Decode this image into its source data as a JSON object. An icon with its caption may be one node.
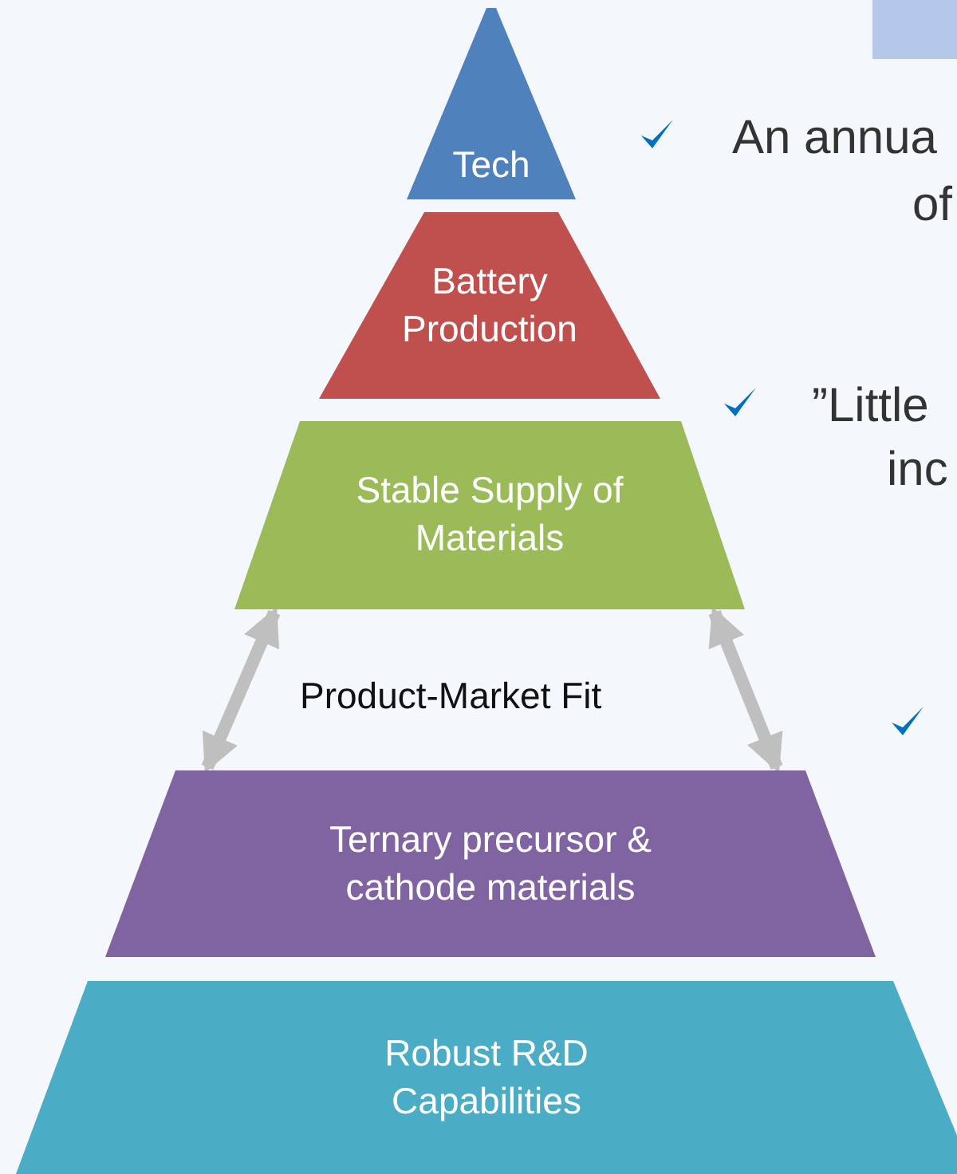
{
  "diagram": {
    "nodes": [
      {
        "text": [
          "Tech"
        ]
      },
      {
        "text": [
          "Battery Production"
        ]
      },
      {
        "text": [
          "Stable Supply of Materials"
        ]
      },
      {
        "text": [
          "Ternary precursor & cathode materials"
        ]
      },
      {
        "text": [
          "Robust R&D Capabilities"
        ]
      }
    ],
    "edges": [
      {
        "from": 2,
        "to": 3,
        "arrow": "both"
      },
      {
        "from": 2,
        "to": 3,
        "arrow": "both"
      }
    ],
    "labels": [
      "An annua",
      "of",
      "Product-Market Fit",
      "”Little",
      "inc"
    ]
  }
}
